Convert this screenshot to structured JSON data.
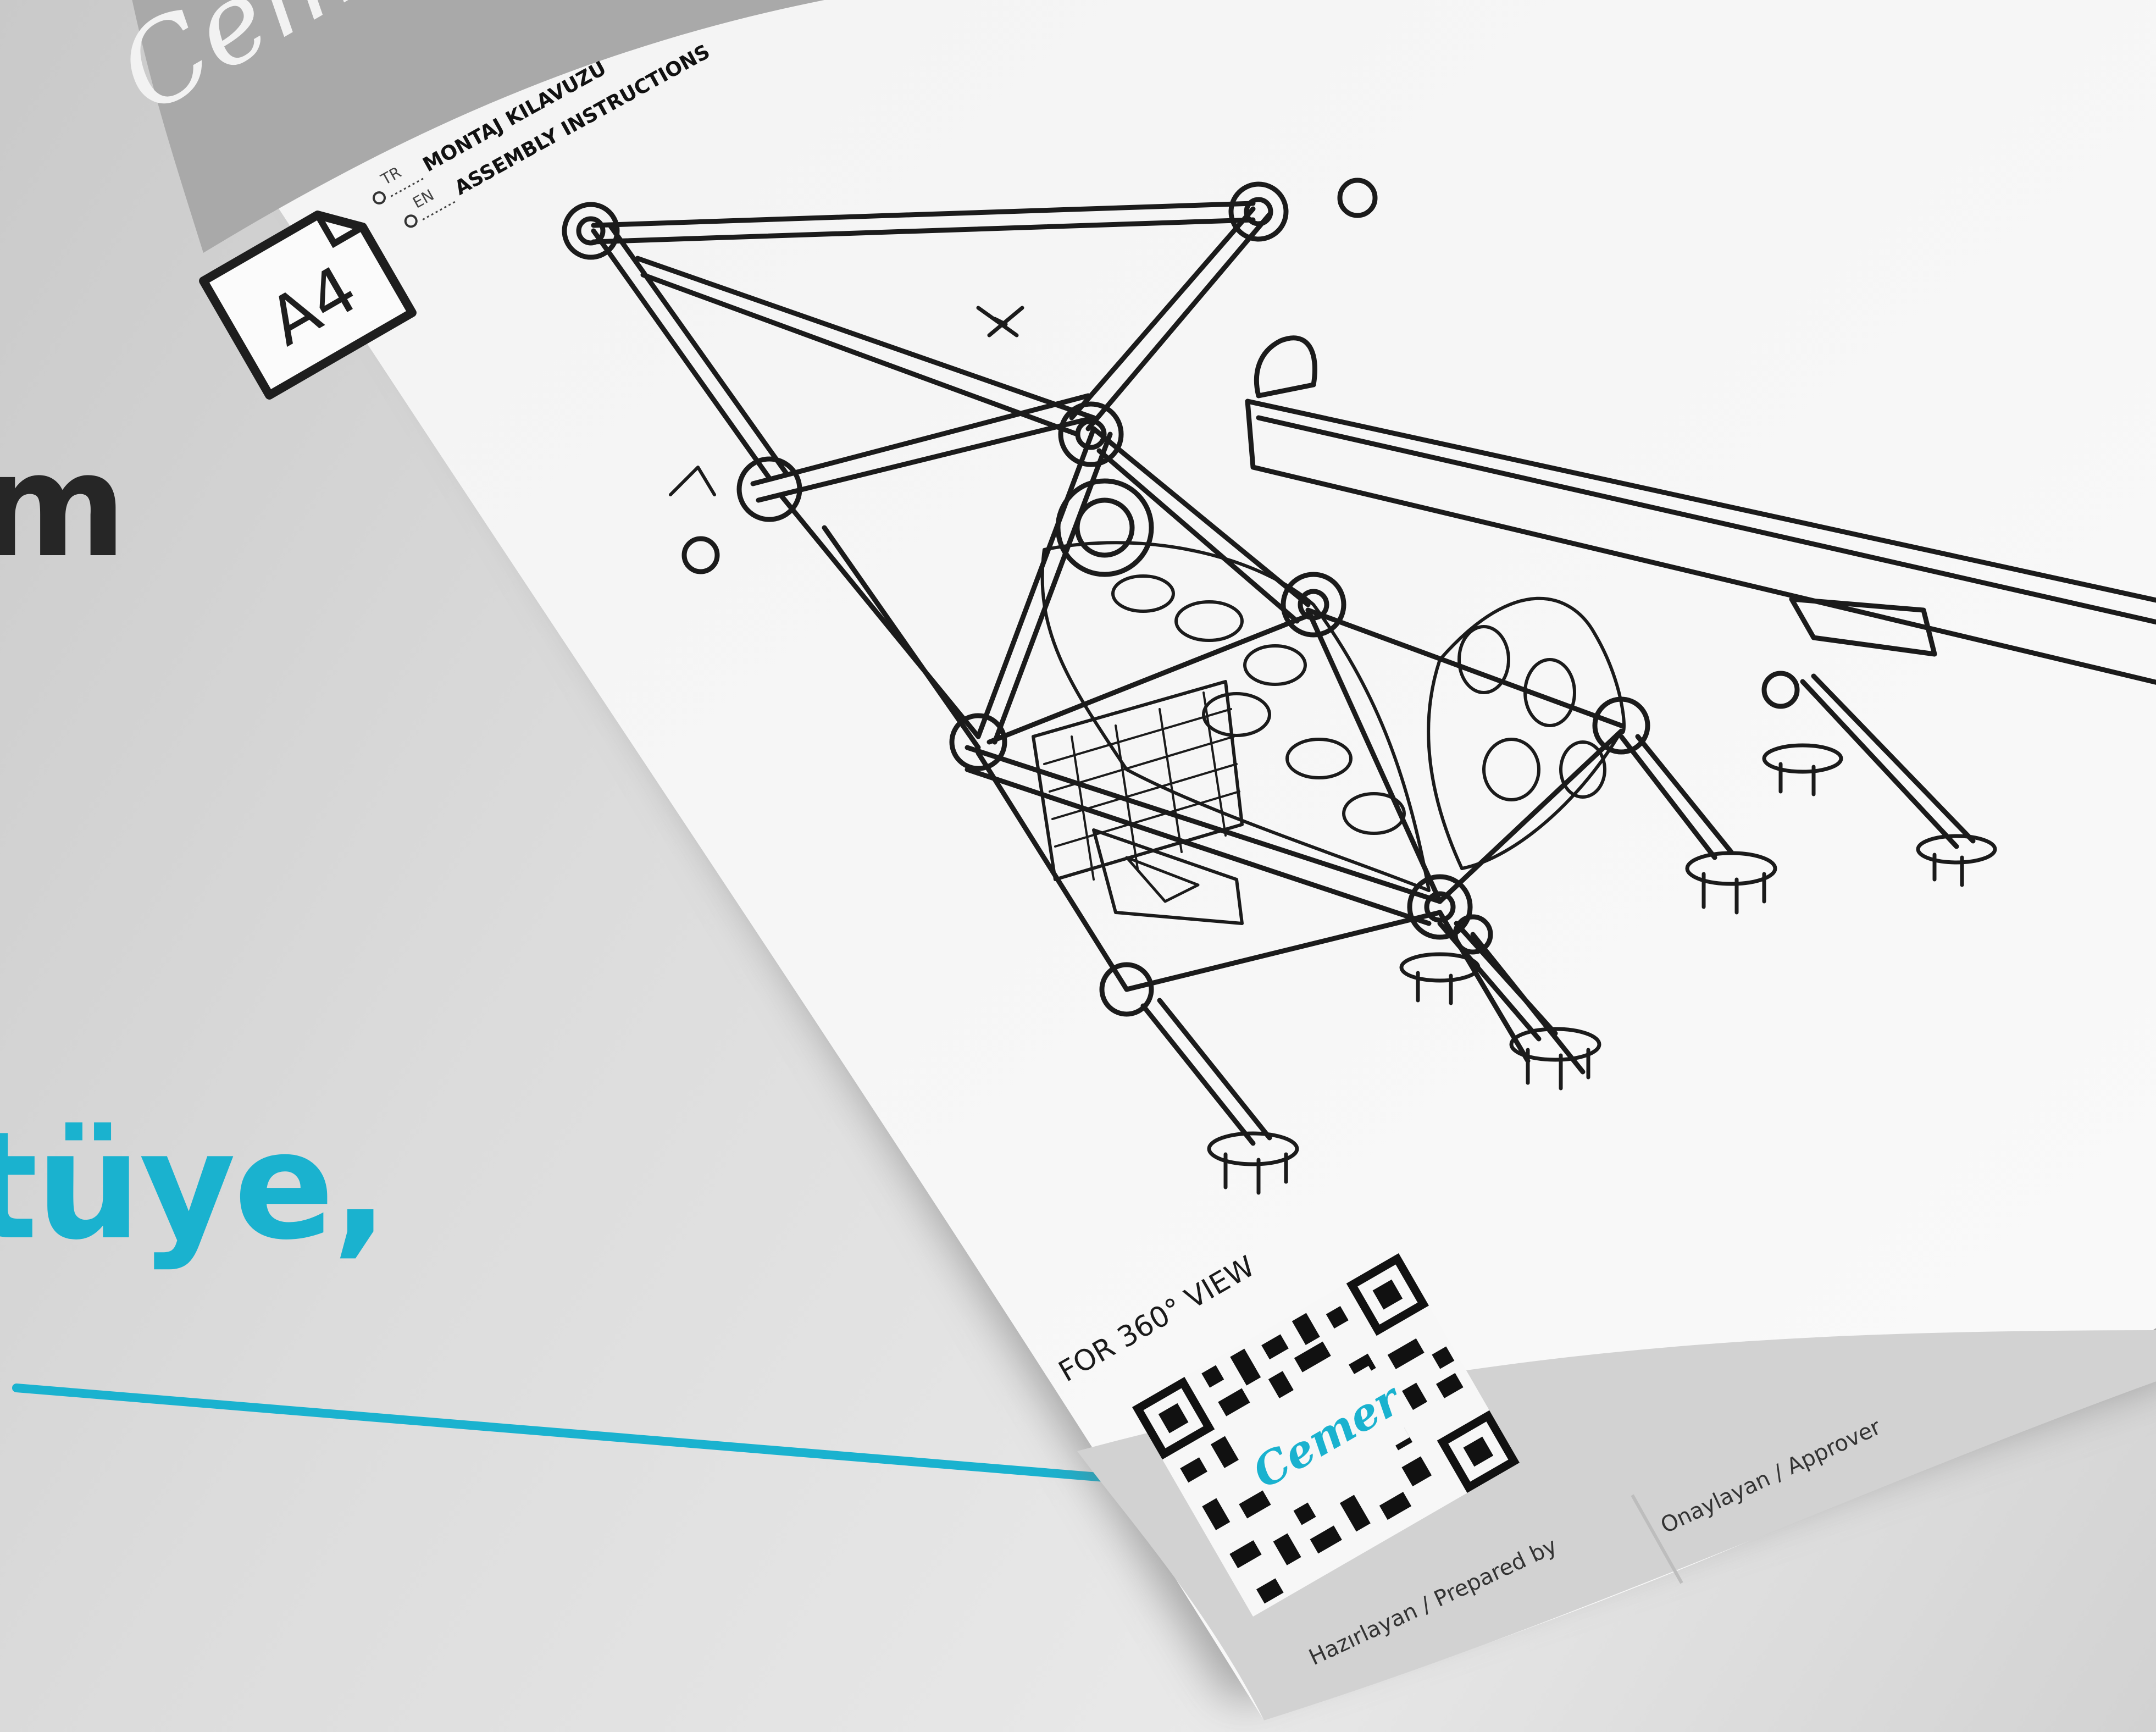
{
  "background": {
    "heading_dark": "m",
    "heading_accent": "tüye,",
    "accent_color": "#1ab2cf",
    "dark_color": "#262626"
  },
  "sheet": {
    "brand": "Cemer",
    "paper_size": "A4",
    "language_rows": [
      {
        "code": "TR",
        "text": "MONTAJ KILAVUZU"
      },
      {
        "code": "EN",
        "text": "ASSEMBLY INSTRUCTIONS"
      }
    ],
    "qr_caption": "FOR 360° VIEW",
    "qr_logo": "Cemer",
    "footer": {
      "prepared_by": "Hazırlayan / Prepared by",
      "approver": "Onaylayan / Approver"
    }
  }
}
